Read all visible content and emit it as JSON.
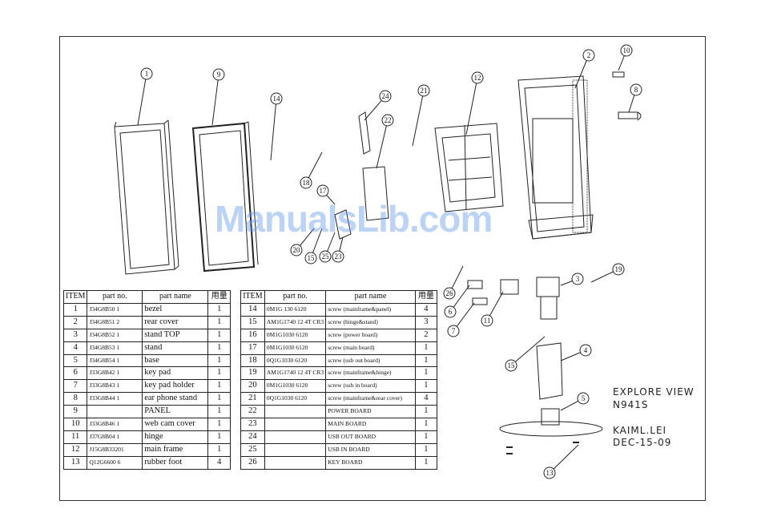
{
  "callouts": [
    "1",
    "9",
    "14",
    "24",
    "21",
    "12",
    "2",
    "10",
    "8",
    "18",
    "17",
    "22",
    "20",
    "15",
    "25",
    "23",
    "26",
    "6",
    "7",
    "11",
    "3",
    "19",
    "15",
    "4",
    "5",
    "13"
  ],
  "watermark": "ManualsLib.com",
  "title_block": {
    "line1": "EXPLORE VIEW",
    "line2": "N941S",
    "line3": "KAIML.LEI",
    "line4": "DEC-15-09"
  },
  "table_headers": {
    "item": "ITEM",
    "part_no": "part no.",
    "part_name": "part name",
    "qty": "用量"
  },
  "table_left": [
    {
      "item": "1",
      "part_no": "J34G8B50   1",
      "part_name": "bezel",
      "qty": "1"
    },
    {
      "item": "2",
      "part_no": "J34G8B51   2",
      "part_name": "rear cover",
      "qty": "1"
    },
    {
      "item": "3",
      "part_no": "J34G8B52  1",
      "part_name": "stand TOP",
      "qty": "1"
    },
    {
      "item": "4",
      "part_no": "J34G8B53  1",
      "part_name": "stand",
      "qty": "1"
    },
    {
      "item": "5",
      "part_no": "J34G8B54  1",
      "part_name": "base",
      "qty": "1"
    },
    {
      "item": "6",
      "part_no": "J33G8B42    1",
      "part_name": "key pad",
      "qty": "1"
    },
    {
      "item": "7",
      "part_no": "J33G8B43    1",
      "part_name": "key pad holder",
      "qty": "1"
    },
    {
      "item": "8",
      "part_no": "J33G8B44    1",
      "part_name": "ear phone stand",
      "qty": "1"
    },
    {
      "item": "9",
      "part_no": "",
      "part_name": "PANEL",
      "qty": "1"
    },
    {
      "item": "10",
      "part_no": "J33G8B46    1",
      "part_name": "web cam cover",
      "qty": "1"
    },
    {
      "item": "11",
      "part_no": "J37G8B04    1",
      "part_name": "hinge",
      "qty": "1"
    },
    {
      "item": "12",
      "part_no": "J15G8B33201",
      "part_name": "main frame",
      "qty": "1"
    },
    {
      "item": "13",
      "part_no": "Q12G6600    6",
      "part_name": "rubber foot",
      "qty": "4"
    }
  ],
  "table_right": [
    {
      "item": "14",
      "part_no": "0M1G 130    6120",
      "part_name": "screw (mainframe&panel)",
      "qty": "4"
    },
    {
      "item": "15",
      "part_no": "AM1G1740 12 4T CR3",
      "part_name": "screw (hinge&stand)",
      "qty": "3"
    },
    {
      "item": "16",
      "part_no": "0M1G1030    6120",
      "part_name": "screw (power board)",
      "qty": "2"
    },
    {
      "item": "17",
      "part_no": "0M1G1030    6120",
      "part_name": "screw (main board)",
      "qty": "1"
    },
    {
      "item": "18",
      "part_no": "0Q1G1030    6120",
      "part_name": "screw (usb out board)",
      "qty": "1"
    },
    {
      "item": "19",
      "part_no": "AM1G1740 12 4T CR3",
      "part_name": "screw (mainframe&hinge)",
      "qty": "1"
    },
    {
      "item": "20",
      "part_no": "0M1G1030    6120",
      "part_name": "screw (usb in board)",
      "qty": "1"
    },
    {
      "item": "21",
      "part_no": "0Q1G1030    6120",
      "part_name": "screw (mainframe&rear cover)",
      "qty": "4"
    },
    {
      "item": "22",
      "part_no": "",
      "part_name": "POWER BOARD",
      "qty": "1"
    },
    {
      "item": "23",
      "part_no": "",
      "part_name": "MAIN BOARD",
      "qty": "1"
    },
    {
      "item": "24",
      "part_no": "",
      "part_name": "USB OUT BOARD",
      "qty": "1"
    },
    {
      "item": "25",
      "part_no": "",
      "part_name": "USB IN BOARD",
      "qty": "1"
    },
    {
      "item": "26",
      "part_no": "",
      "part_name": "KEY BOARD",
      "qty": "1"
    }
  ]
}
